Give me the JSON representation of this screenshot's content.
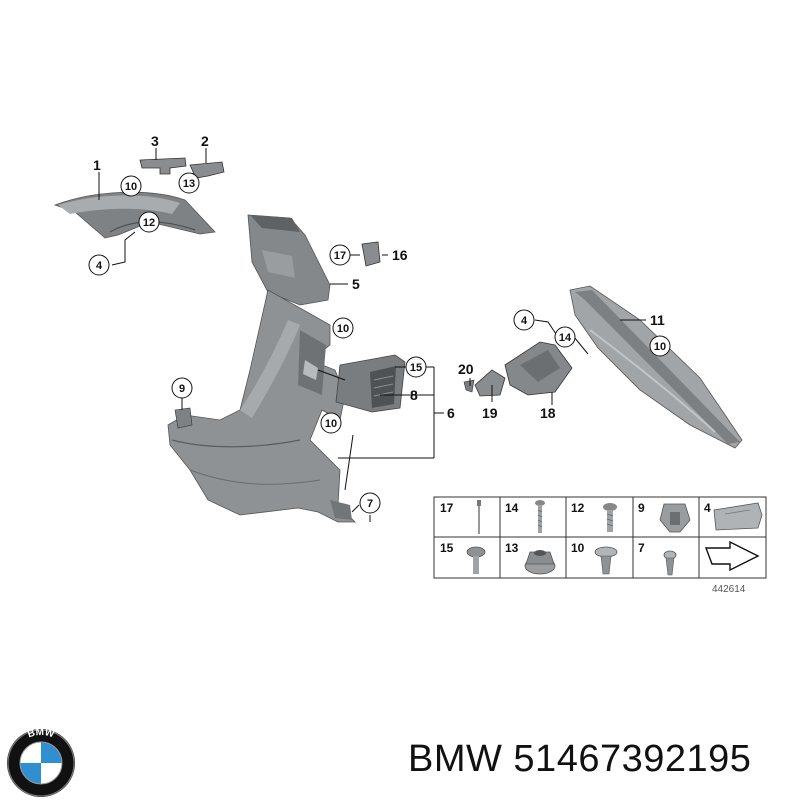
{
  "diagram": {
    "plain_labels": [
      {
        "id": "p1",
        "text": "1"
      },
      {
        "id": "p3",
        "text": "3"
      },
      {
        "id": "p2",
        "text": "2"
      },
      {
        "id": "p16",
        "text": "16"
      },
      {
        "id": "p5",
        "text": "5"
      },
      {
        "id": "p11",
        "text": "11"
      },
      {
        "id": "p8",
        "text": "8"
      },
      {
        "id": "p6",
        "text": "6"
      },
      {
        "id": "p19",
        "text": "19"
      },
      {
        "id": "p18",
        "text": "18"
      },
      {
        "id": "p20",
        "text": "20"
      }
    ],
    "circled_labels": [
      {
        "id": "c10a",
        "text": "10"
      },
      {
        "id": "c13",
        "text": "13"
      },
      {
        "id": "c12",
        "text": "12"
      },
      {
        "id": "c4a",
        "text": "4"
      },
      {
        "id": "c17",
        "text": "17"
      },
      {
        "id": "c10b",
        "text": "10"
      },
      {
        "id": "c15",
        "text": "15"
      },
      {
        "id": "c9",
        "text": "9"
      },
      {
        "id": "c10c",
        "text": "10"
      },
      {
        "id": "c7",
        "text": "7"
      },
      {
        "id": "c4b",
        "text": "4"
      },
      {
        "id": "c14",
        "text": "14"
      },
      {
        "id": "c10d",
        "text": "10"
      }
    ],
    "legend": {
      "row1": [
        "17",
        "14",
        "12",
        "9",
        "4"
      ],
      "row2": [
        "15",
        "13",
        "10",
        "7",
        ""
      ]
    },
    "figure_id": "442614"
  },
  "brand": {
    "text": "BMW 51467392195",
    "logo_letters": "BMW"
  },
  "colors": {
    "part_fill": "#8f9294",
    "part_dark": "#6d7072",
    "part_light": "#b4b7b9",
    "line": "#111111",
    "bmw_blue": "#2f8fd1"
  }
}
